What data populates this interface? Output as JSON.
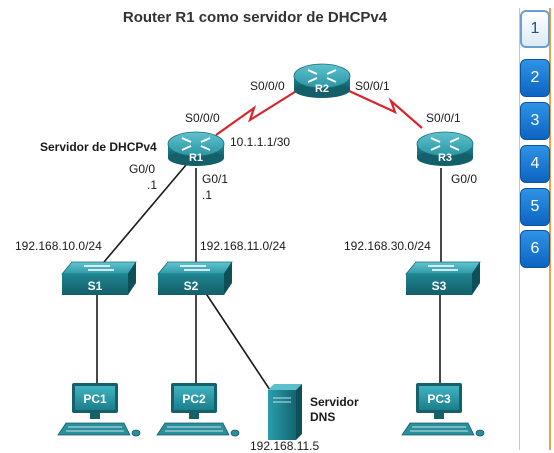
{
  "title": "Router R1 como servidor de DHCPv4",
  "routers": {
    "r1": "R1",
    "r2": "R2",
    "r3": "R3"
  },
  "switches": {
    "s1": "S1",
    "s2": "S2",
    "s3": "S3"
  },
  "pcs": {
    "pc1": "PC1",
    "pc2": "PC2",
    "pc3": "PC3"
  },
  "labels": {
    "r2_s000": "S0/0/0",
    "r2_s001": "S0/0/1",
    "r1_s000": "S0/0/0",
    "r3_s001": "S0/0/1",
    "r1_wan_ip": "10.1.1.1/30",
    "dhcp_server": "Servidor de DHCPv4",
    "r1_g00": "G0/0",
    "r1_g00_host": ".1",
    "r1_g01": "G0/1",
    "r1_g01_host": ".1",
    "r3_g00": "G0/0",
    "net_10": "192.168.10.0/24",
    "net_11": "192.168.11.0/24",
    "net_30": "192.168.30.0/24",
    "dns_line1": "Servidor",
    "dns_line2": "DNS",
    "dns_ip": "192.168.11.5"
  },
  "nav": {
    "items": [
      "1",
      "2",
      "3",
      "4",
      "5",
      "6"
    ],
    "active": "1"
  },
  "colors": {
    "router": "#1f7f8c",
    "switch": "#1f7f8c",
    "serial_link": "#d6262b",
    "ethernet_link": "#1a1a1a",
    "nav_button": "#1a73d0"
  }
}
